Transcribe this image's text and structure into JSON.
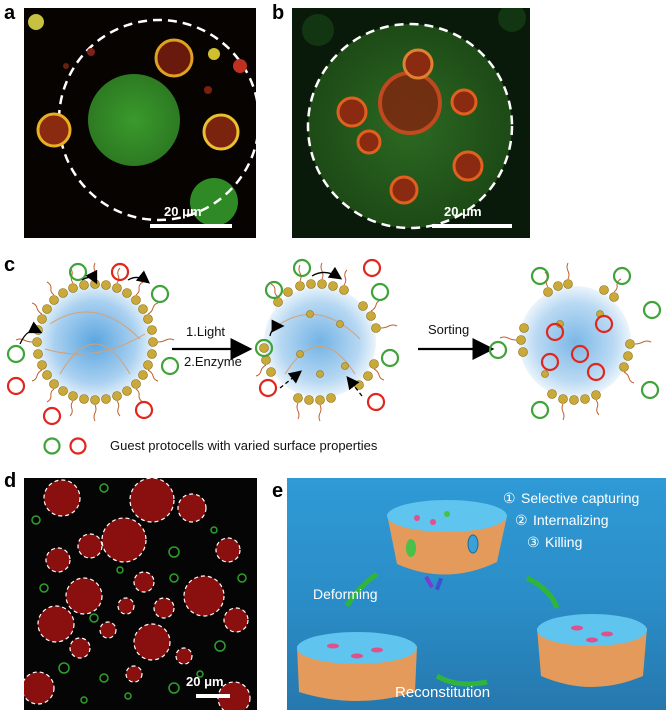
{
  "panels": {
    "a": {
      "letter": "a",
      "scalebar": "20 μm"
    },
    "b": {
      "letter": "b",
      "scalebar": "20 μm"
    },
    "c": {
      "letter": "c",
      "step1": "1.Light",
      "step2": "2.Enzyme",
      "sorting": "Sorting",
      "legend": "Guest protocells with varied surface properties"
    },
    "d": {
      "letter": "d",
      "scalebar": "20 μm"
    },
    "e": {
      "letter": "e",
      "steps": [
        "Selective capturing",
        "Internalizing",
        "Killing"
      ],
      "step_markers": [
        "①",
        "②",
        "③"
      ],
      "deforming": "Deforming",
      "reconstitution": "Reconstitution"
    }
  },
  "colors": {
    "green_fluor": "#3fa33a",
    "red_fluor": "#e0271f",
    "membrane_gold": "#c9a93a",
    "panel_e_bg": "#2a8fc9"
  }
}
